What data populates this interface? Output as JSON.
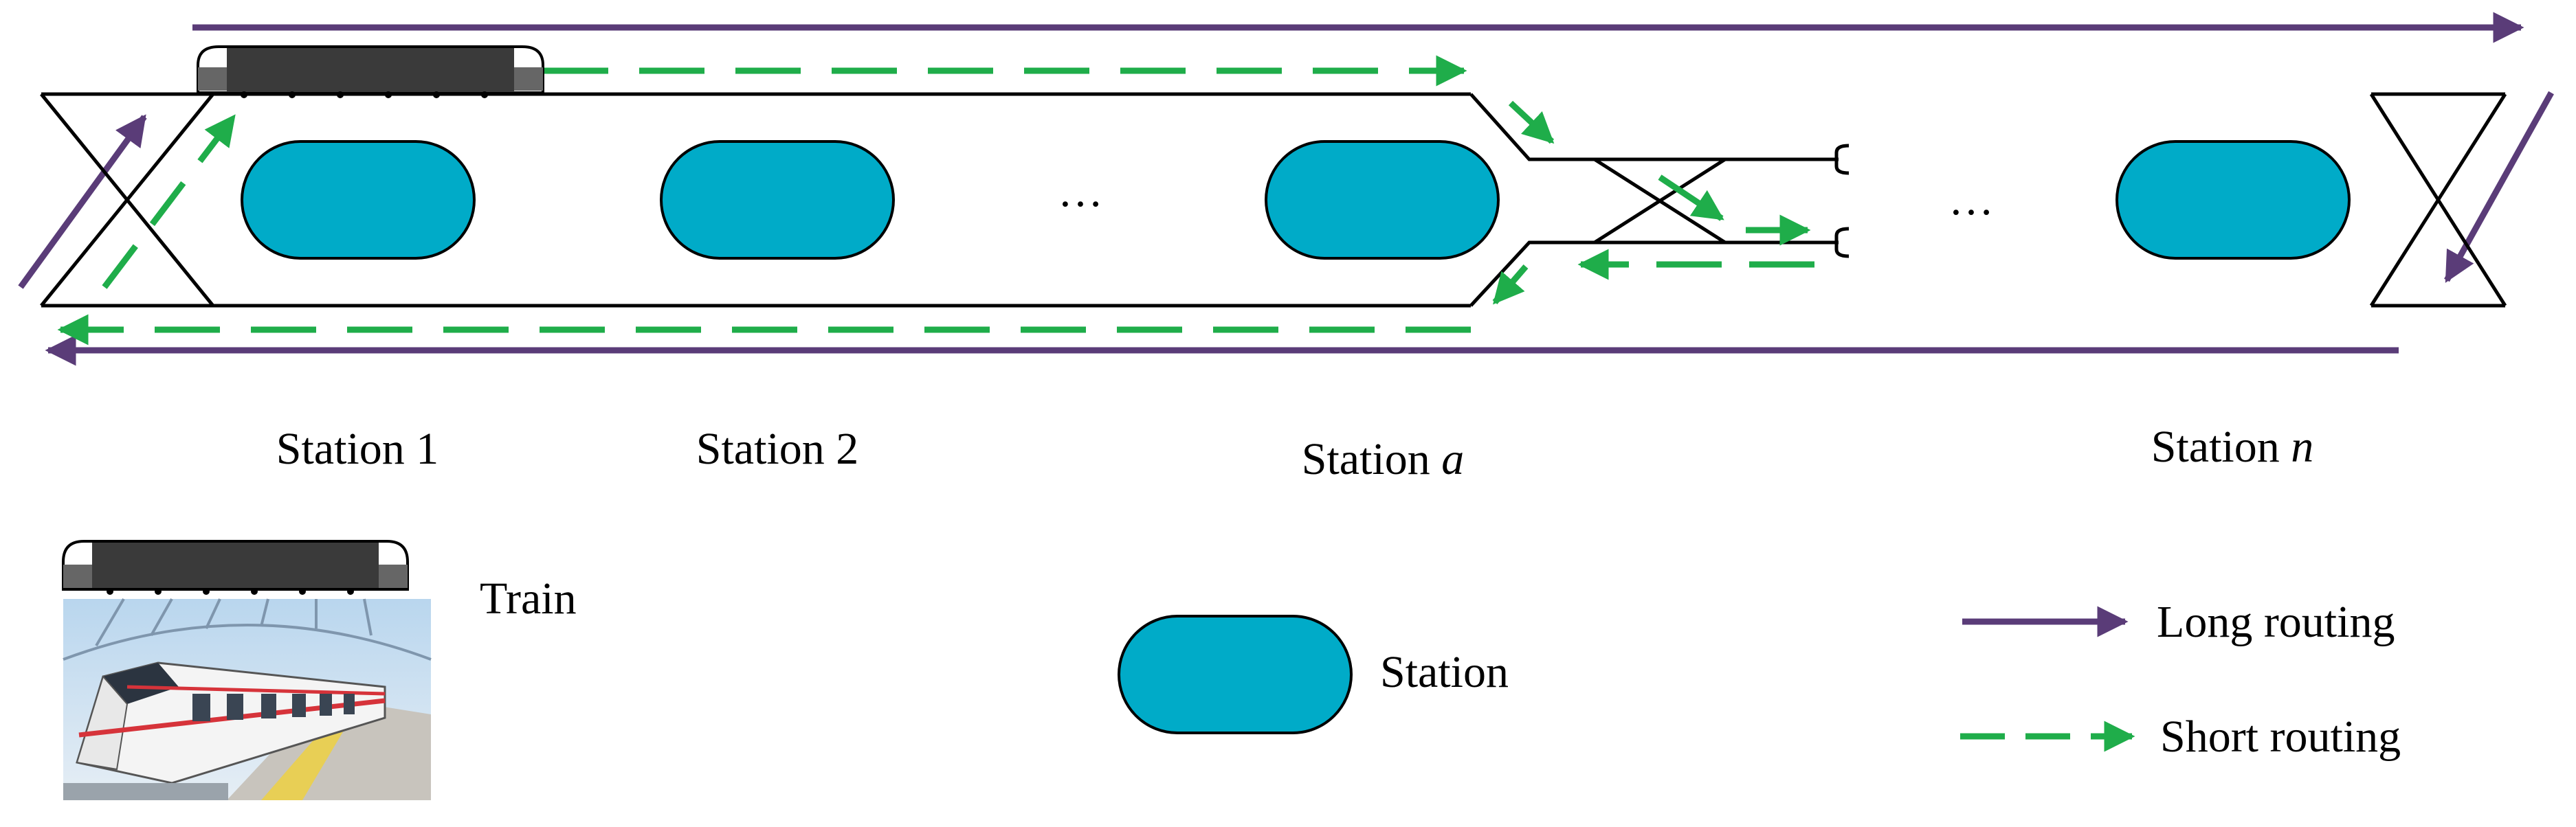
{
  "colors": {
    "station_fill": "#00abc8",
    "long_routing": "#5a3c78",
    "short_routing": "#1fad4a",
    "track": "#000000"
  },
  "stations": [
    {
      "prefix": "Station 1",
      "var": ""
    },
    {
      "prefix": "Station 2",
      "var": ""
    },
    {
      "prefix": "Station ",
      "var": "a"
    },
    {
      "prefix": "Station ",
      "var": "n"
    }
  ],
  "ellipsis": "…",
  "legend": {
    "train": "Train",
    "station": "Station",
    "long": "Long routing",
    "short": "Short routing"
  },
  "icons": {
    "train": "train-icon",
    "train_photo": "metro-train-photo"
  }
}
